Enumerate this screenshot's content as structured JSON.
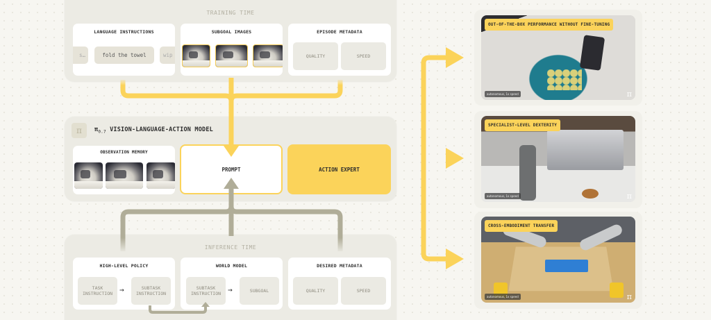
{
  "training": {
    "title": "TRAINING TIME",
    "language_instructions": {
      "title": "LANGUAGE INSTRUCTIONS",
      "items": [
        "s…",
        "fold the towel",
        "wip"
      ]
    },
    "subgoal_images": {
      "title": "SUBGOAL IMAGES"
    },
    "episode_metadata": {
      "title": "EPISODE METADATA",
      "items": [
        "QUALITY",
        "SPEED"
      ]
    }
  },
  "model": {
    "icon": "π",
    "name_prefix": "π",
    "name_subscript": "0.7",
    "name": "VISION-LANGUAGE-ACTION MODEL",
    "observation_memory": {
      "title": "OBSERVATION MEMORY"
    },
    "prompt": "PROMPT",
    "action_expert": "ACTION EXPERT"
  },
  "inference": {
    "title": "INFERENCE TIME",
    "high_level_policy": {
      "title": "HIGH-LEVEL POLICY",
      "from": "TASK INSTRUCTION",
      "to": "SUBTASK INSTRUCTION"
    },
    "world_model": {
      "title": "WORLD MODEL",
      "from": "SUBTASK INSTRUCTION",
      "to": "SUBGOAL"
    },
    "desired_metadata": {
      "title": "DESIRED METADATA",
      "items": [
        "QUALITY",
        "SPEED"
      ]
    }
  },
  "outputs": [
    {
      "label": "OUT-OF-THE-BOX PERFORMANCE WITHOUT FINE-TUNING",
      "caption": "autonomous, 1x speed",
      "pi": "π"
    },
    {
      "label": "SPECIALIST-LEVEL DEXTERITY",
      "caption": "autonomous, 1x speed",
      "pi": "π"
    },
    {
      "label": "CROSS-EMBODIMENT TRANSFER",
      "caption": "autonomous, 1x speed",
      "pi": "π"
    }
  ],
  "colors": {
    "accent_yellow": "#fbd35a",
    "inference_arrow": "#b0ad98",
    "section_bg": "#ecebe4",
    "page_bg": "#f7f6f1"
  }
}
